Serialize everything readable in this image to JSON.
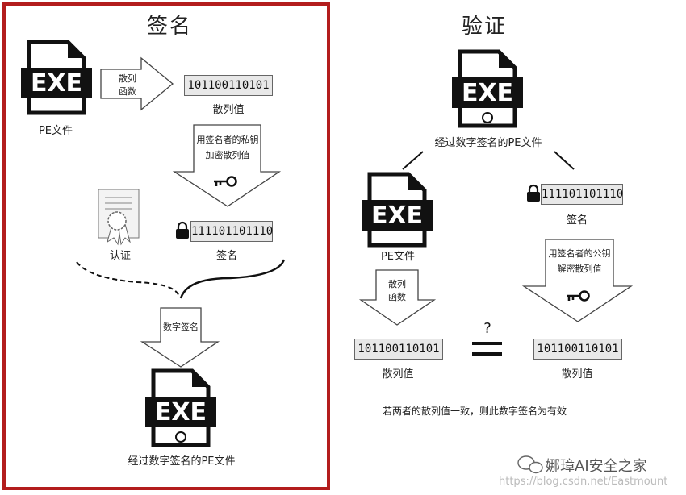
{
  "left": {
    "title": "签名",
    "pe_file_label": "PE文件",
    "hash_fn_label_1": "散列",
    "hash_fn_label_2": "函数",
    "hash_value_bits": "101100110101",
    "hash_value_label": "散列值",
    "encrypt_label_1": "用签名者的私钥",
    "encrypt_label_2": "加密散列值",
    "cert_label": "认证",
    "signature_bits": "111101101110",
    "signature_label": "签名",
    "digital_sig_label": "数字签名",
    "signed_pe_label": "经过数字签名的PE文件"
  },
  "right": {
    "title": "验证",
    "signed_pe_label": "经过数字签名的PE文件",
    "pe_file_label": "PE文件",
    "signature_bits": "111101101110",
    "signature_label": "签名",
    "hash_fn_label_1": "散列",
    "hash_fn_label_2": "函数",
    "decrypt_label_1": "用签名者的公钥",
    "decrypt_label_2": "解密散列值",
    "hash_left_bits": "101100110101",
    "hash_left_label": "散列值",
    "hash_right_bits": "101100110101",
    "hash_right_label": "散列值",
    "question_mark": "?",
    "conclusion": "若两者的散列值一致，则此数字签名为有效"
  },
  "exe_text": "EXE",
  "watermark": {
    "brand": "娜璋AI安全之家",
    "url": "https://blog.csdn.net/Eastmount"
  }
}
